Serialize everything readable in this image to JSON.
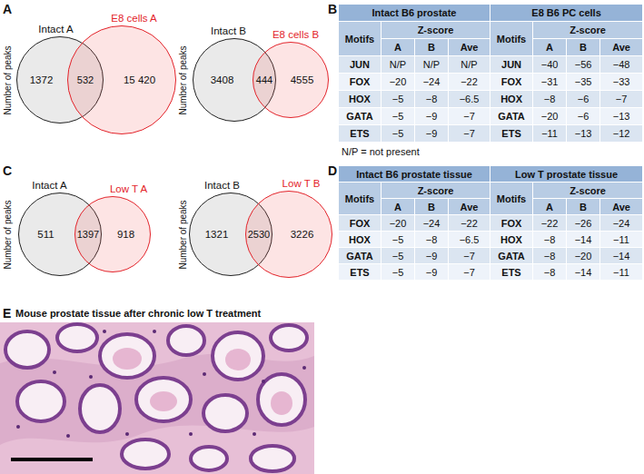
{
  "diagram": {
    "nodes": [
      {
        "text": [
          "Intact A",
          "1372"
        ]
      },
      {
        "text": [
          "E8 cells A",
          "15 420"
        ]
      },
      {
        "text": [
          "Intact B",
          "3408"
        ]
      },
      {
        "text": [
          "E8 cells B",
          "4555"
        ]
      },
      {
        "text": [
          "Intact A",
          "511"
        ]
      },
      {
        "text": [
          "Low T A",
          "918"
        ]
      },
      {
        "text": [
          "Intact B",
          "1321"
        ]
      },
      {
        "text": [
          "Low T B",
          "3226"
        ]
      }
    ],
    "labels": [
      "A",
      "Number of peaks",
      "532",
      "Number of peaks",
      "444",
      "B",
      "Intact B6 prostate",
      "E8 B6 PC cells",
      "Motifs",
      "Z-score",
      "Motifs",
      "Z-score",
      "A",
      "B",
      "Ave",
      "A",
      "B",
      "Ave",
      "JUN",
      "N/P",
      "N/P",
      "N/P",
      "JUN",
      "−40",
      "−56",
      "−48",
      "FOX",
      "−20",
      "−24",
      "−22",
      "FOX",
      "−31",
      "−35",
      "−33",
      "HOX",
      "−5",
      "−8",
      "−6.5",
      "HOX",
      "−8",
      "−6",
      "−7",
      "GATA",
      "−5",
      "−9",
      "−7",
      "GATA",
      "−20",
      "−6",
      "−13",
      "ETS",
      "−5",
      "−9",
      "−7",
      "ETS",
      "−11",
      "−13",
      "−12",
      "N/P = not present",
      "C",
      "Number of peaks",
      "1397",
      "Number of peaks",
      "2530",
      "D",
      "Intact B6 prostate tissue",
      "Low T prostate tissue",
      "Motifs",
      "Z-score",
      "Motifs",
      "Z-score",
      "A",
      "B",
      "Ave",
      "A",
      "B",
      "Ave",
      "FOX",
      "−20",
      "−24",
      "−22",
      "FOX",
      "−22",
      "−26",
      "−24",
      "HOX",
      "−5",
      "−8",
      "−6.5",
      "HOX",
      "−8",
      "−14",
      "−11",
      "GATA",
      "−5",
      "−9",
      "−7",
      "GATA",
      "−8",
      "−20",
      "−14",
      "ETS",
      "−5",
      "−9",
      "−7",
      "ETS",
      "−8",
      "−14",
      "−11",
      "E",
      "Mouse prostate tissue after chronic low T treatment"
    ]
  }
}
